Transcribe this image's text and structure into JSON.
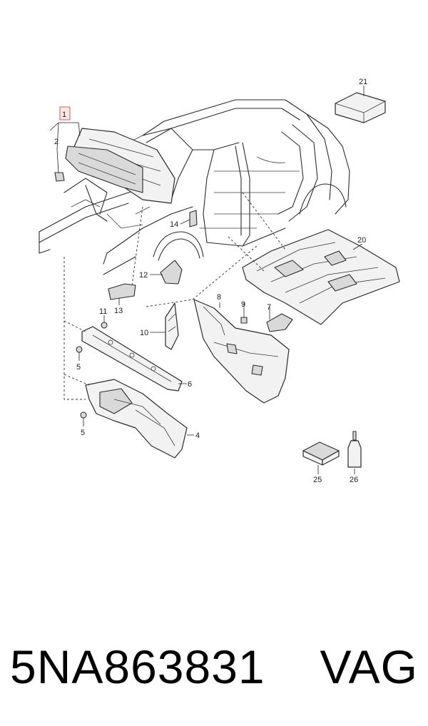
{
  "callouts": [
    {
      "id": "c1",
      "label": "1",
      "highlight": true
    },
    {
      "id": "c2",
      "label": "2"
    },
    {
      "id": "c4",
      "label": "4"
    },
    {
      "id": "c5a",
      "label": "5"
    },
    {
      "id": "c5b",
      "label": "5"
    },
    {
      "id": "c6",
      "label": "6"
    },
    {
      "id": "c7",
      "label": "7"
    },
    {
      "id": "c8",
      "label": "8"
    },
    {
      "id": "c9",
      "label": "9"
    },
    {
      "id": "c10",
      "label": "10"
    },
    {
      "id": "c11",
      "label": "11"
    },
    {
      "id": "c12",
      "label": "12"
    },
    {
      "id": "c13",
      "label": "13"
    },
    {
      "id": "c14",
      "label": "14"
    },
    {
      "id": "c20",
      "label": "20"
    },
    {
      "id": "c21",
      "label": "21"
    },
    {
      "id": "c25",
      "label": "25"
    },
    {
      "id": "c26",
      "label": "26"
    }
  ],
  "caption": {
    "part_number": "5NA863831",
    "manufacturer": "VAG"
  },
  "colors": {
    "highlight_box": "#e05a5a",
    "highlight_fill": "#fde8e8",
    "line": "#2b2b2b"
  }
}
